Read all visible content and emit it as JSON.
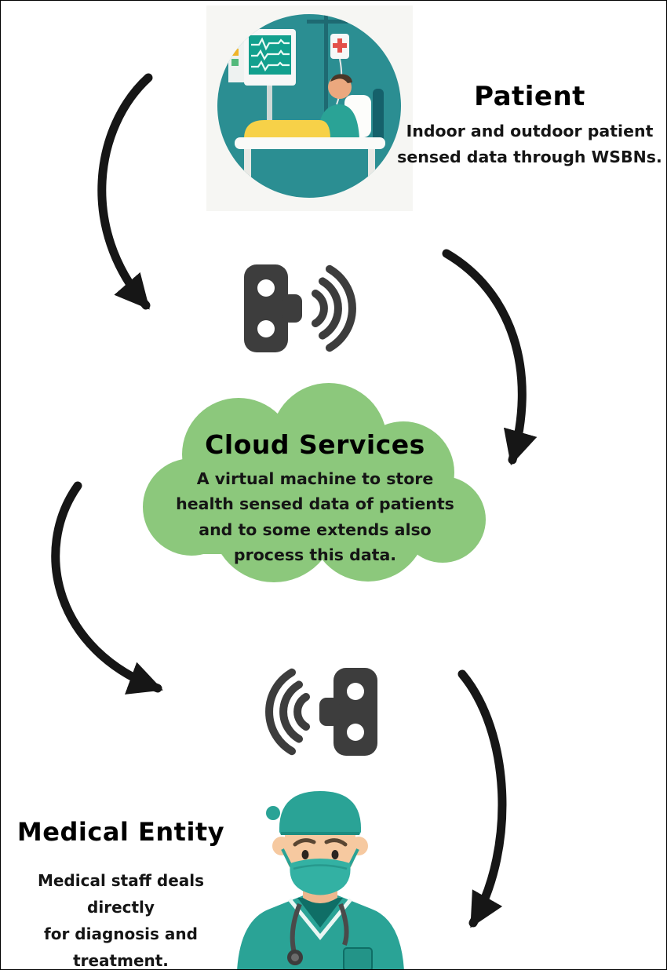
{
  "patient": {
    "title": "Patient",
    "description": "Indoor and outdoor patient\nsensed data through WSBNs."
  },
  "cloud": {
    "title": "Cloud Services",
    "description": "A virtual machine to store\nhealth sensed data of patients\nand to some extends also\nprocess this data."
  },
  "medical": {
    "title": "Medical Entity",
    "description": "Medical staff deals directly\nfor diagnosis and\ntreatment."
  },
  "icons": {
    "patient_illustration": "patient-in-hospital-bed-with-monitor-and-iv",
    "sensor_top": "wireless-sensor-transmitting-icon",
    "sensor_bottom": "wireless-sensor-receiving-icon",
    "cloud": "green-cloud-shape",
    "doctor_illustration": "doctor-with-surgical-cap-mask-and-stethoscope",
    "arrows": "curved-black-flow-arrows"
  },
  "colors": {
    "cloud_green": "#8cc87c",
    "teal_circle": "#2b8e92",
    "scrubs_teal": "#2aa396",
    "sensor_gray": "#3d3d3d",
    "arrow_black": "#161616",
    "blanket_yellow": "#f7d148",
    "skin_tone": "#f6c9a0"
  }
}
